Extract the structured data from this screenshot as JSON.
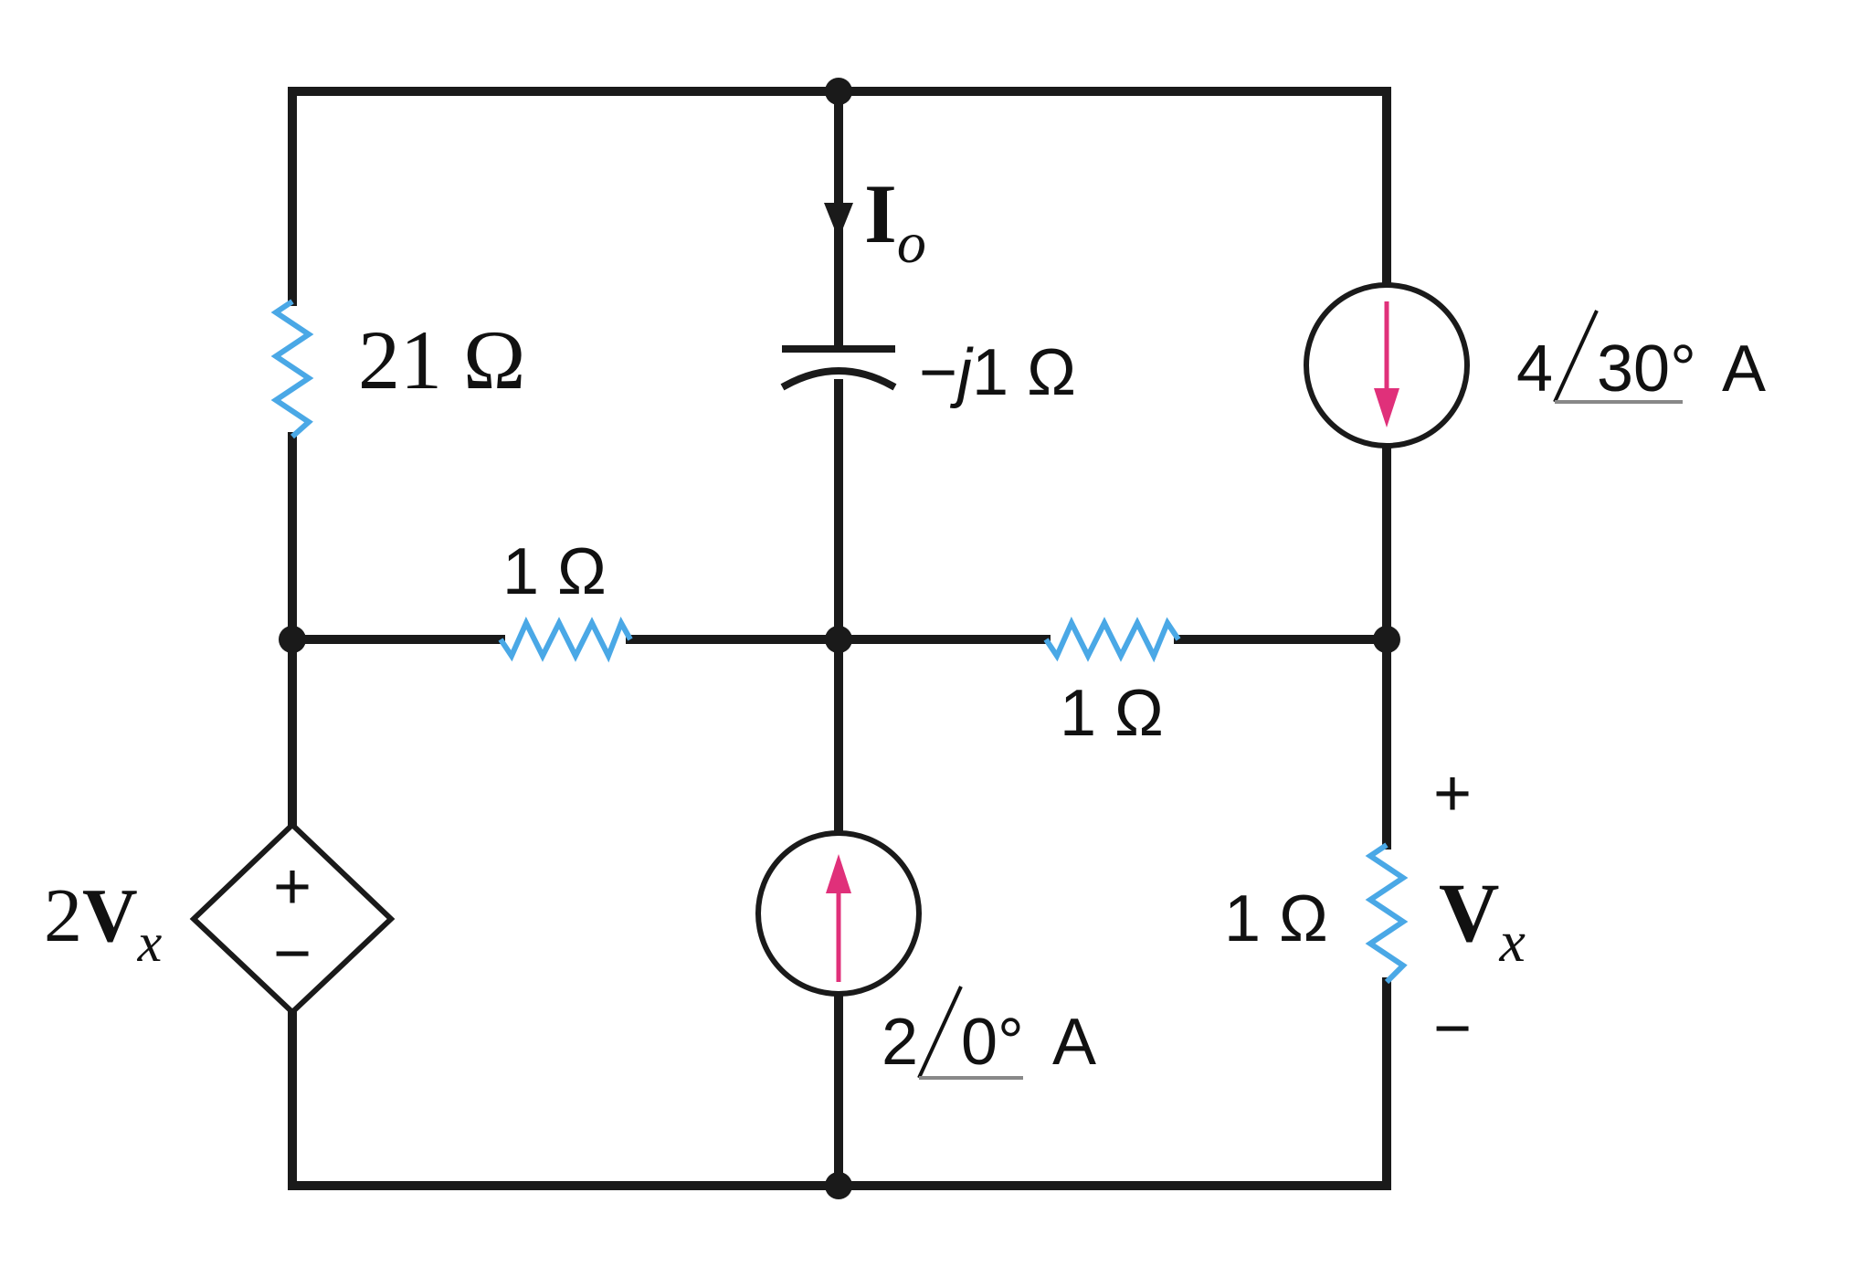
{
  "components": {
    "r_left_top": {
      "label": "21 Ω"
    },
    "capacitor": {
      "label_neg": "−",
      "label_j": "j",
      "label_rest": "1 Ω"
    },
    "current_src_top": {
      "magnitude": "4",
      "angle": "30°",
      "unit": "A"
    },
    "r_mid_left": {
      "label": "1 Ω"
    },
    "r_mid_right": {
      "label": "1 Ω"
    },
    "r_right_bottom": {
      "label": "1 Ω"
    },
    "current_src_bottom": {
      "magnitude": "2",
      "angle": "0°",
      "unit": "A"
    },
    "dep_source": {
      "coef": "2",
      "var": "V",
      "sub": "x",
      "plus": "+",
      "minus": "−"
    },
    "current_io": {
      "var": "I",
      "sub": "o"
    },
    "voltage_vx": {
      "var": "V",
      "sub": "x",
      "plus": "+",
      "minus": "−"
    }
  },
  "colors": {
    "wire": "#1a1a1a",
    "resistor": "#4aa8e6",
    "source_arrow": "#e0307a"
  },
  "icons": {
    "dependent_source": "diamond-voltage-source-icon",
    "current_source": "circle-current-source-icon",
    "capacitor": "capacitor-icon",
    "resistor": "zigzag-resistor-icon"
  }
}
